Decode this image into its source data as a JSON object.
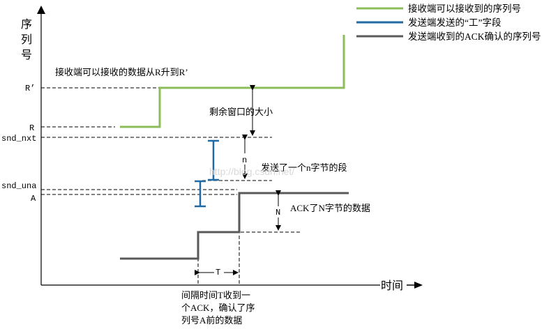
{
  "axis": {
    "y_label_chars": [
      "序",
      "列",
      "号"
    ],
    "x_label": "时间"
  },
  "legend": [
    {
      "label": "接收端可以接收到的序列号",
      "color": "#8cbd5a"
    },
    {
      "label": "发送端发送的“工”字段",
      "color": "#1f6aa5"
    },
    {
      "label": "发送端收到的ACK确认的序列号",
      "color": "#595959"
    }
  ],
  "y_ticks": {
    "r_prime": "R’",
    "r": "R",
    "snd_nxt": "snd_nxt",
    "snd_una": "snd_una",
    "a": "A"
  },
  "annotations": {
    "window_title": "接收端可以接收的数据从R升到R’",
    "remaining_window": "剩余窗口的大小",
    "n_label": "n",
    "sent_segment": "发送了一个n字节的段",
    "big_n_label": "N",
    "ack_n": "ACK了N字节的数据",
    "t_label": "T",
    "interval_lines": [
      "间隔时间T收到一",
      "个ACK，确认了序",
      "列号A前的数据"
    ]
  },
  "watermark": "http://blog.csdn.net/"
}
